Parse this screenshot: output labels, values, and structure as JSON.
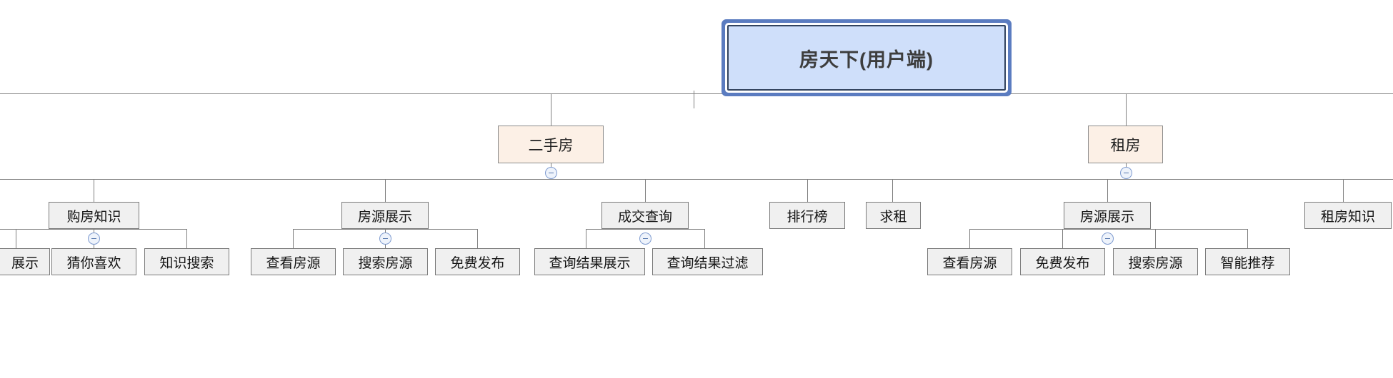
{
  "diagram": {
    "title": "房天下(用户端)",
    "type": "mindmap-tree",
    "colors": {
      "root_fill": "#cfdffa",
      "root_border": "#32435e",
      "root_outer_ring": "#5b7cc0",
      "level2_fill": "#fcf0e6",
      "level2_border": "#8c8c8c",
      "leaf_fill": "#f0f0f0",
      "leaf_border": "#7a7a7a",
      "connector": "#808080",
      "toggle_border": "#7e9bd0"
    },
    "root": {
      "label": "房天下(用户端)"
    },
    "branches": {
      "ershoufang": {
        "label": "二手房",
        "toggle": "collapse-minus-icon"
      },
      "zufang": {
        "label": "租房",
        "toggle": "collapse-minus-icon"
      }
    },
    "level3": {
      "goufang_zhishi": {
        "label": "购房知识",
        "toggle": "collapse-minus-icon"
      },
      "fangyuan_zhanshi_es": {
        "label": "房源展示",
        "toggle": "collapse-minus-icon"
      },
      "chengjiao_chaxun": {
        "label": "成交查询",
        "toggle": "collapse-minus-icon"
      },
      "paihangbang": {
        "label": "排行榜"
      },
      "qiuzu": {
        "label": "求租"
      },
      "fangyuan_zhanshi_zf": {
        "label": "房源展示",
        "toggle": "collapse-minus-icon"
      },
      "zufang_zhishi": {
        "label": "租房知识"
      }
    },
    "level4": {
      "zhanshi_clipped": {
        "label": "展示"
      },
      "cai_ni_xihuan": {
        "label": "猜你喜欢"
      },
      "zhishi_sousuo": {
        "label": "知识搜索"
      },
      "chakan_fangyuan_es": {
        "label": "查看房源"
      },
      "sousuo_fangyuan_es": {
        "label": "搜索房源"
      },
      "mianfei_fabu_es": {
        "label": "免费发布"
      },
      "chaxun_jieguo_zhanshi": {
        "label": "查询结果展示"
      },
      "chaxun_jieguo_guolv": {
        "label": "查询结果过滤"
      },
      "chakan_fangyuan_zf": {
        "label": "查看房源"
      },
      "mianfei_fabu_zf": {
        "label": "免费发布"
      },
      "sousuo_fangyuan_zf": {
        "label": "搜索房源"
      },
      "zhineng_tuijian": {
        "label": "智能推荐"
      }
    }
  }
}
